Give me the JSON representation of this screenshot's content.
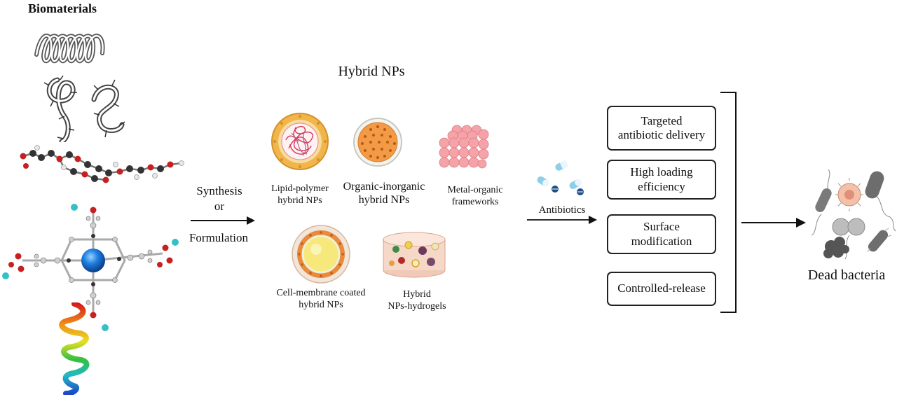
{
  "biomaterials": {
    "title": "Biomaterials"
  },
  "process": {
    "line1": "Synthesis",
    "line2": "or",
    "line3": "Formulation"
  },
  "hybrid": {
    "title": "Hybrid NPs",
    "items": [
      {
        "label": "Lipid-polymer\nhybrid NPs"
      },
      {
        "label": "Organic-inorganic\nhybrid NPs"
      },
      {
        "label": "Metal-organic\nframeworks"
      },
      {
        "label": "Cell-membrane coated\nhybrid NPs"
      },
      {
        "label": "Hybrid\nNPs-hydrogels"
      }
    ]
  },
  "antibiotics": {
    "label": "Antibiotics"
  },
  "benefits": [
    {
      "label": "Targeted\nantibiotic delivery"
    },
    {
      "label": "High loading\nefficiency"
    },
    {
      "label": "Surface\nmodification"
    },
    {
      "label": "Controlled-release"
    }
  ],
  "outcome": {
    "label": "Dead bacteria"
  }
}
